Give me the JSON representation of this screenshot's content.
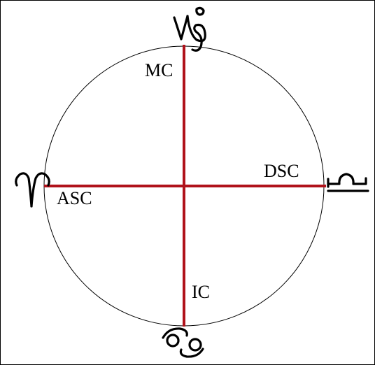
{
  "labels": {
    "mc": "MC",
    "asc": "ASC",
    "dsc": "DSC",
    "ic": "IC"
  },
  "signs": {
    "top": "capricorn-icon",
    "left": "aries-icon",
    "right": "libra-icon",
    "bottom": "cancer-icon"
  },
  "colors": {
    "axis": "#b0121b",
    "circle": "#000000",
    "glyph": "#000000",
    "background": "#ffffff"
  }
}
